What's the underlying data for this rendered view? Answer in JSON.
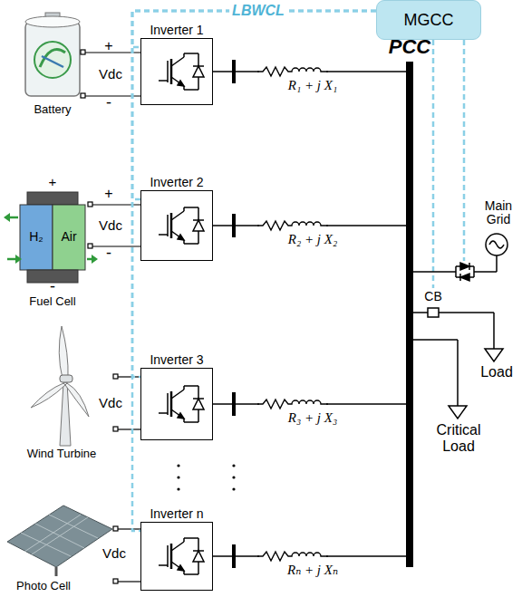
{
  "diagram": {
    "nodes": [
      {
        "text": [
          "MGCC"
        ]
      },
      {
        "text": [
          "Inverter 1"
        ]
      },
      {
        "text": [
          "Inverter 2"
        ]
      },
      {
        "text": [
          "Inverter 3"
        ]
      },
      {
        "text": [
          "Inverter n"
        ]
      },
      {
        "text": [
          "PCC"
        ]
      }
    ],
    "edges": [
      {
        "from": 0,
        "to": 1,
        "arrow": "none",
        "label": "LBWCL"
      },
      {
        "from": 0,
        "to": 2,
        "arrow": "none"
      },
      {
        "from": 0,
        "to": 3,
        "arrow": "none"
      },
      {
        "from": 0,
        "to": 4,
        "arrow": "none"
      },
      {
        "from": 1,
        "to": 5,
        "arrow": "none",
        "label": "R₁ + j X₁"
      },
      {
        "from": 2,
        "to": 5,
        "arrow": "none",
        "label": "R₂ + j X₂"
      },
      {
        "from": 3,
        "to": 5,
        "arrow": "none",
        "label": "R₃ + j X₃"
      },
      {
        "from": 4,
        "to": 5,
        "arrow": "none",
        "label": "Rₙ + j Xₙ"
      }
    ],
    "labels": [
      "+",
      "Vdc",
      "-",
      "Battery",
      "+",
      "H₂",
      "Air",
      "-",
      "Fuel Cell",
      "+",
      "Vdc",
      "-",
      "Wind Turbine",
      "Vdc",
      "Vdc",
      "Photo Cell",
      "Main Grid",
      "CB",
      "Load",
      "Critical Load"
    ]
  }
}
